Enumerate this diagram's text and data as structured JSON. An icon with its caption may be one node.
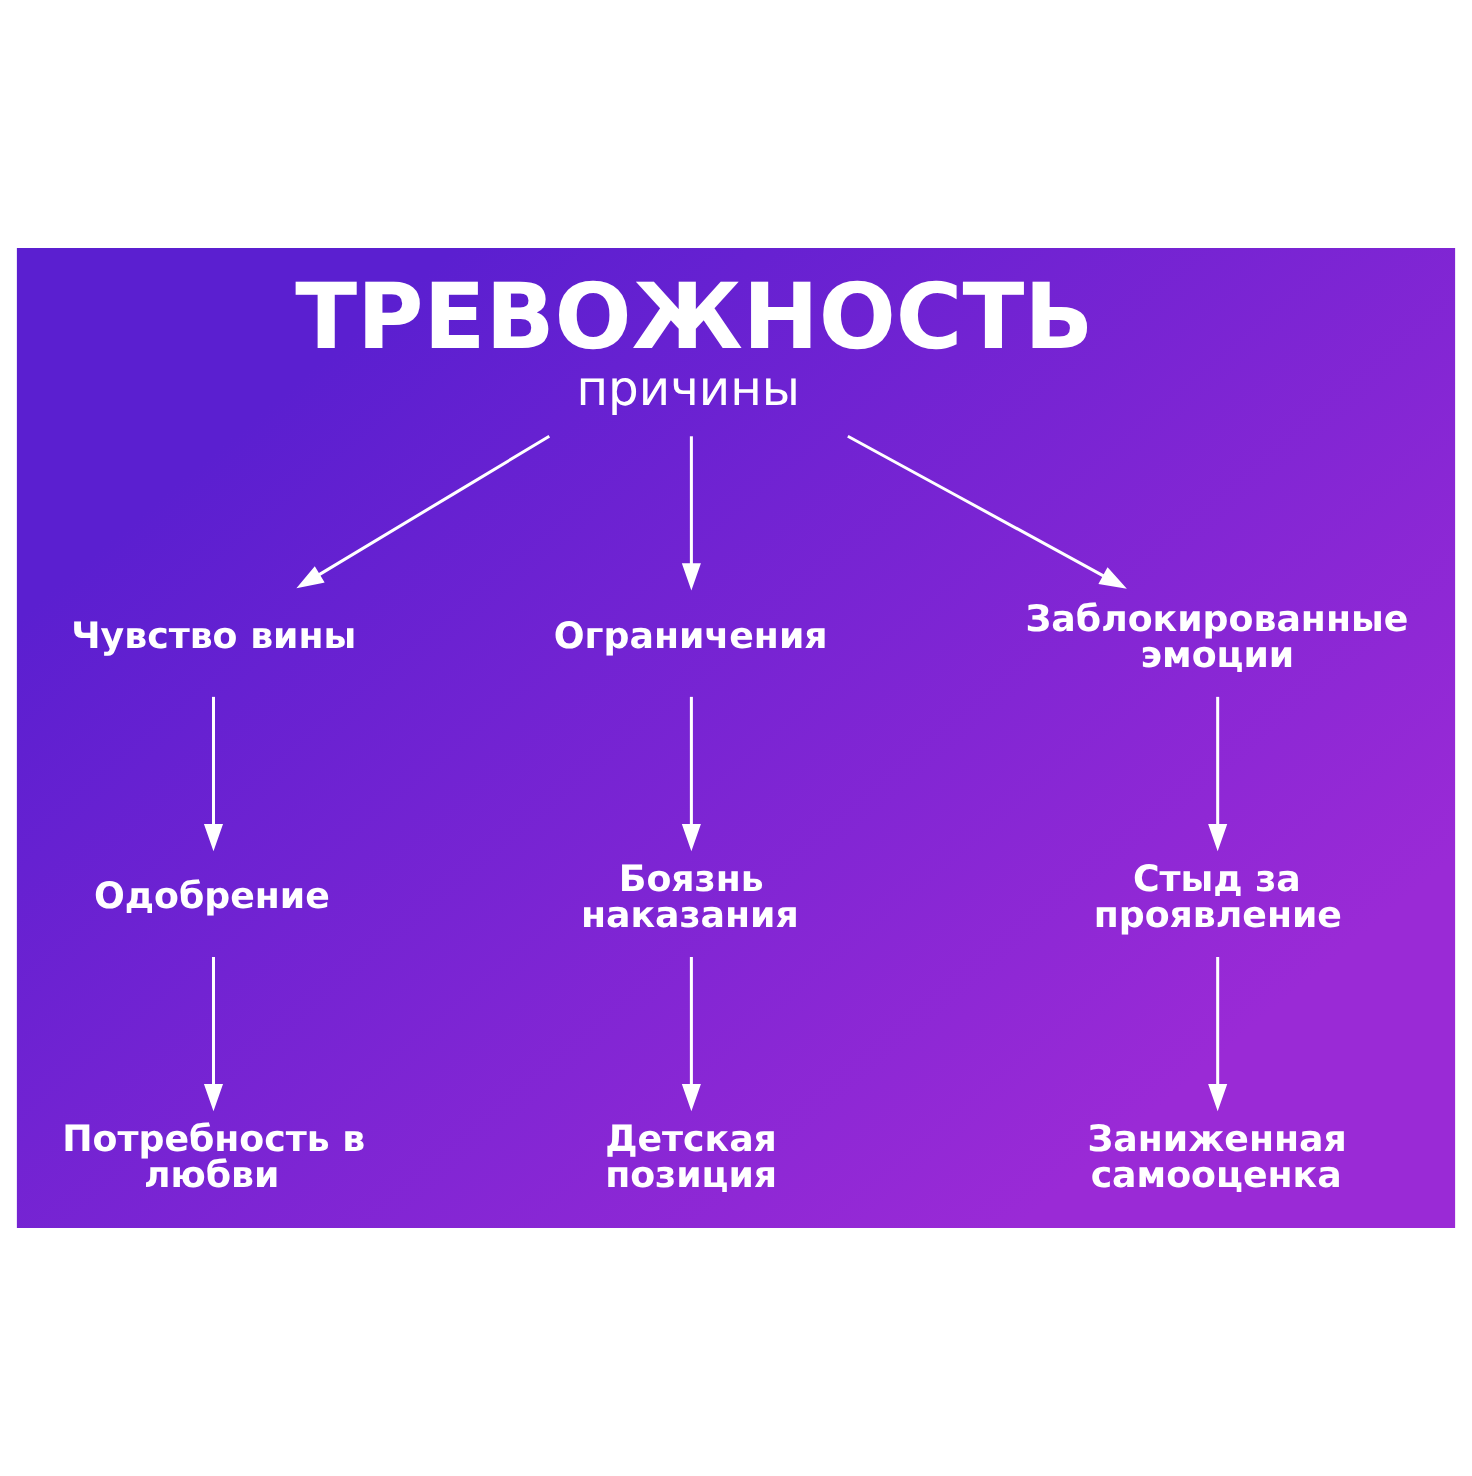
{
  "diagram": {
    "nodes": [
      {
        "text": [
          "ТРЕВОЖНОСТЬ",
          "причины"
        ]
      },
      {
        "text": [
          "Чувство вины"
        ]
      },
      {
        "text": [
          "Ограничения"
        ]
      },
      {
        "text": [
          "Заблокированные эмоции"
        ]
      },
      {
        "text": [
          "Одобрение"
        ]
      },
      {
        "text": [
          "Боязнь наказания"
        ]
      },
      {
        "text": [
          "Стыд за проявление"
        ]
      },
      {
        "text": [
          "Потребность в любви"
        ]
      },
      {
        "text": [
          "Детская позиция"
        ]
      },
      {
        "text": [
          "Заниженная самооценка"
        ]
      }
    ],
    "edges": [
      {
        "from": 0,
        "to": 1,
        "arrow": "to"
      },
      {
        "from": 0,
        "to": 2,
        "arrow": "to"
      },
      {
        "from": 0,
        "to": 3,
        "arrow": "to"
      },
      {
        "from": 1,
        "to": 4,
        "arrow": "to"
      },
      {
        "from": 2,
        "to": 5,
        "arrow": "to"
      },
      {
        "from": 3,
        "to": 6,
        "arrow": "to"
      },
      {
        "from": 4,
        "to": 7,
        "arrow": "to"
      },
      {
        "from": 5,
        "to": 8,
        "arrow": "to"
      },
      {
        "from": 6,
        "to": 9,
        "arrow": "to"
      }
    ]
  }
}
